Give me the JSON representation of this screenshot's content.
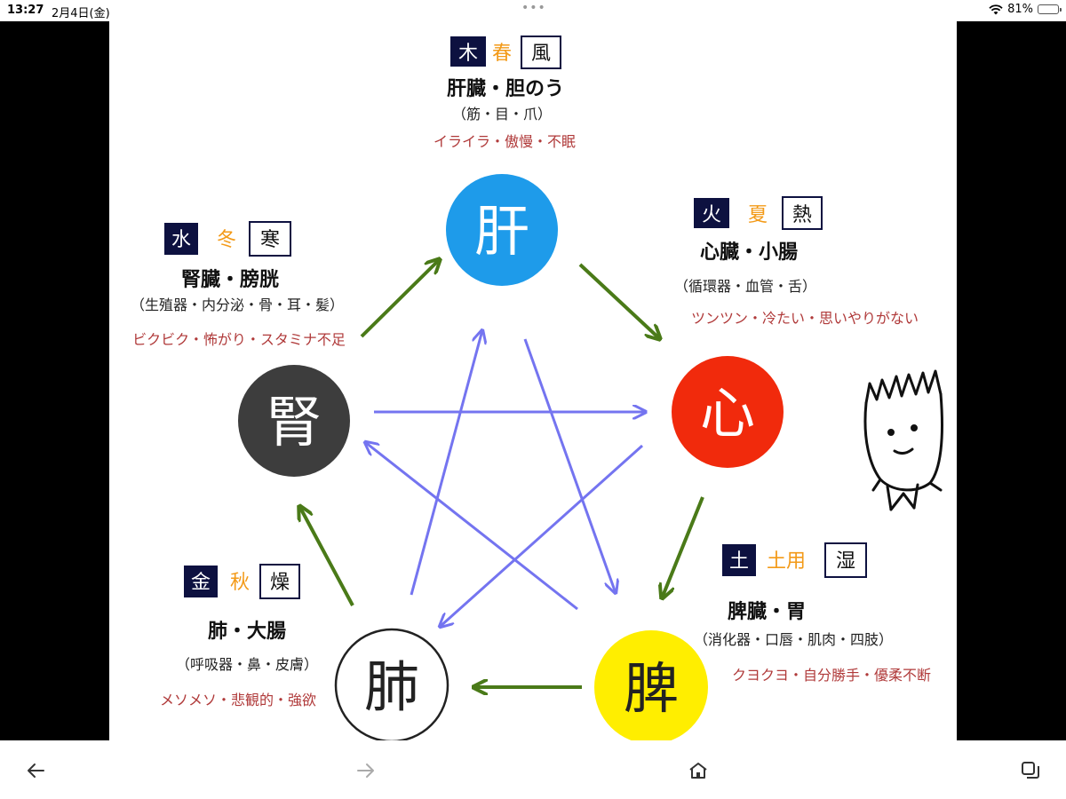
{
  "status_bar": {
    "time": "13:27",
    "date": "2月4日(金)",
    "battery": "81%",
    "battery_level": 0.81
  },
  "diagram": {
    "organs": {
      "liver": {
        "char": "肝",
        "color": "#1e9bea"
      },
      "heart": {
        "char": "心",
        "color": "#f12a0c"
      },
      "spleen": {
        "char": "脾",
        "color": "#ffee00"
      },
      "lung": {
        "char": "肺",
        "color": "#ffffff"
      },
      "kidney": {
        "char": "腎",
        "color": "#3d3d3d"
      }
    },
    "wood": {
      "element": "木",
      "season": "春",
      "climate": "風",
      "organs": "肝臓・胆のう",
      "body": "（筋・目・爪）",
      "emotions": "イライラ・傲慢・不眠"
    },
    "fire": {
      "element": "火",
      "season": "夏",
      "climate": "熱",
      "organs": "心臓・小腸",
      "body": "（循環器・血管・舌）",
      "emotions": "ツンツン・冷たい・思いやりがない"
    },
    "earth": {
      "element": "土",
      "season": "土用",
      "climate": "湿",
      "organs": "脾臓・胃",
      "body": "（消化器・口唇・肌肉・四肢）",
      "emotions": "クヨクヨ・自分勝手・優柔不断"
    },
    "metal": {
      "element": "金",
      "season": "秋",
      "climate": "燥",
      "organs": "肺・大腸",
      "body": "（呼吸器・鼻・皮膚）",
      "emotions": "メソメソ・悲観的・強欲"
    },
    "water": {
      "element": "水",
      "season": "冬",
      "climate": "寒",
      "organs": "腎臓・膀胱",
      "body": "（生殖器・内分泌・骨・耳・髪）",
      "emotions": "ビクビク・怖がり・スタミナ不足"
    },
    "colors": {
      "navy": "#0d1140",
      "season": "#f39a18",
      "emotion": "#b03a3a",
      "cycle_arrow": "#4a7a18",
      "star_arrow": "#7474f0"
    }
  },
  "toolbar": {
    "back_icon": "back-arrow-icon",
    "forward_icon": "forward-arrow-icon",
    "home_icon": "home-icon",
    "tabs_icon": "tabs-icon"
  }
}
